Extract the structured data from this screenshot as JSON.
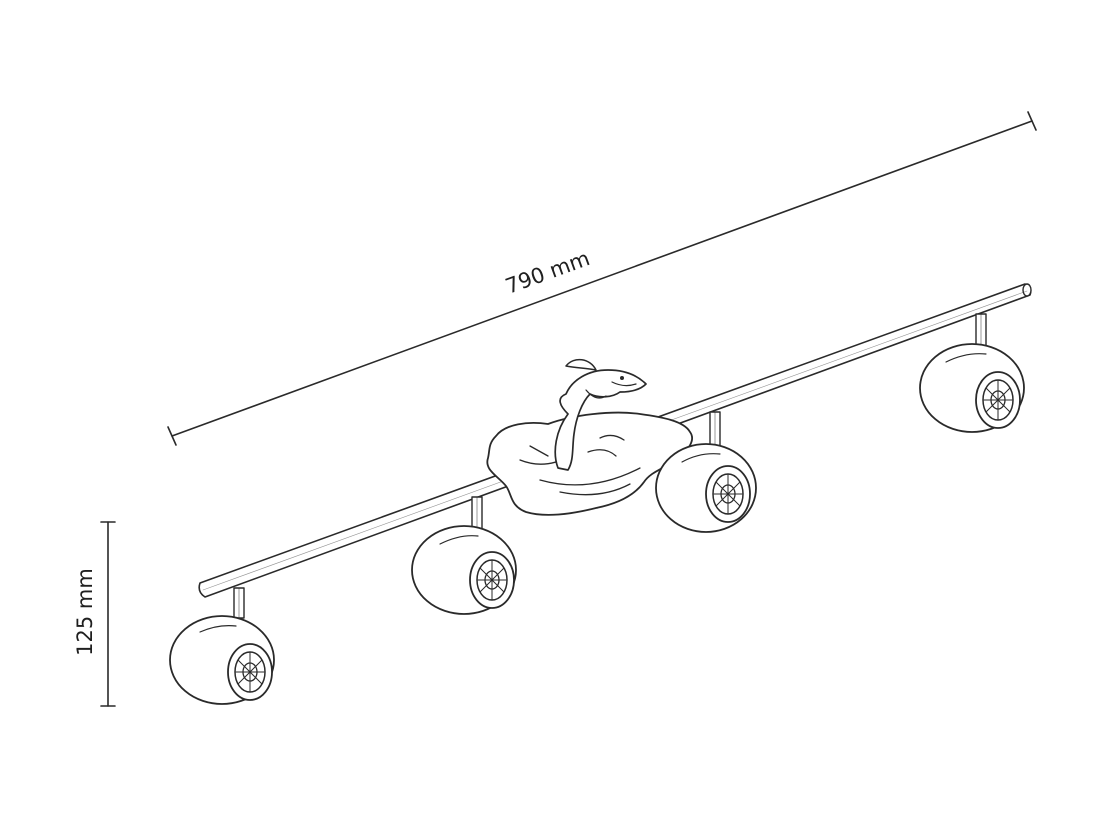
{
  "dimensions": {
    "length_label": "790 mm",
    "height_label": "125 mm"
  },
  "product": {
    "spot_count": 4,
    "decoration": "dolphin-icon"
  }
}
